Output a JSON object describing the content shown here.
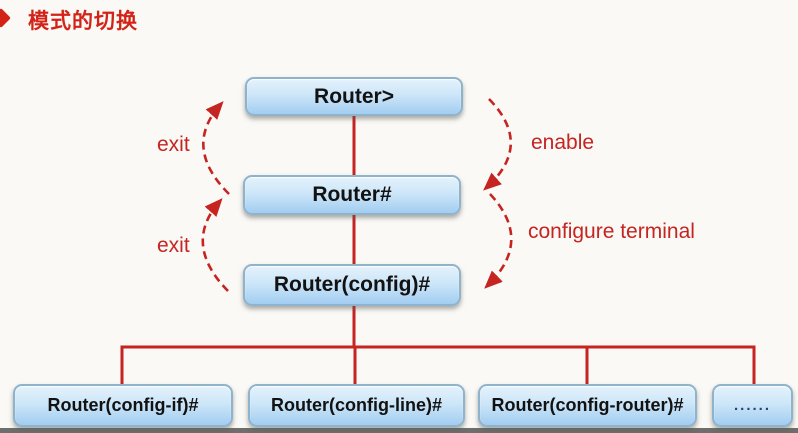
{
  "page": {
    "title": "模式的切换"
  },
  "colors": {
    "accent_red": "#c52421",
    "title_red": "#d32318",
    "box_border": "#8fb3cb",
    "box_gradient_top": "#e4f2fc",
    "box_gradient_bottom": "#a2cdf1",
    "box_text": "#121212",
    "ellipsis_text": "#23456e",
    "background": "#faf9f5",
    "footer_strip": "#6e6e6c"
  },
  "diagram": {
    "nodes": {
      "user_exec": "Router>",
      "privileged_exec": "Router#",
      "global_config": "Router(config)#"
    },
    "sub_nodes": [
      "Router(config-if)#",
      "Router(config-line)#",
      "Router(config-router)#",
      "......"
    ],
    "labels": {
      "exit_upper": "exit",
      "exit_lower": "exit",
      "enable": "enable",
      "configure_terminal": "configure terminal"
    }
  }
}
